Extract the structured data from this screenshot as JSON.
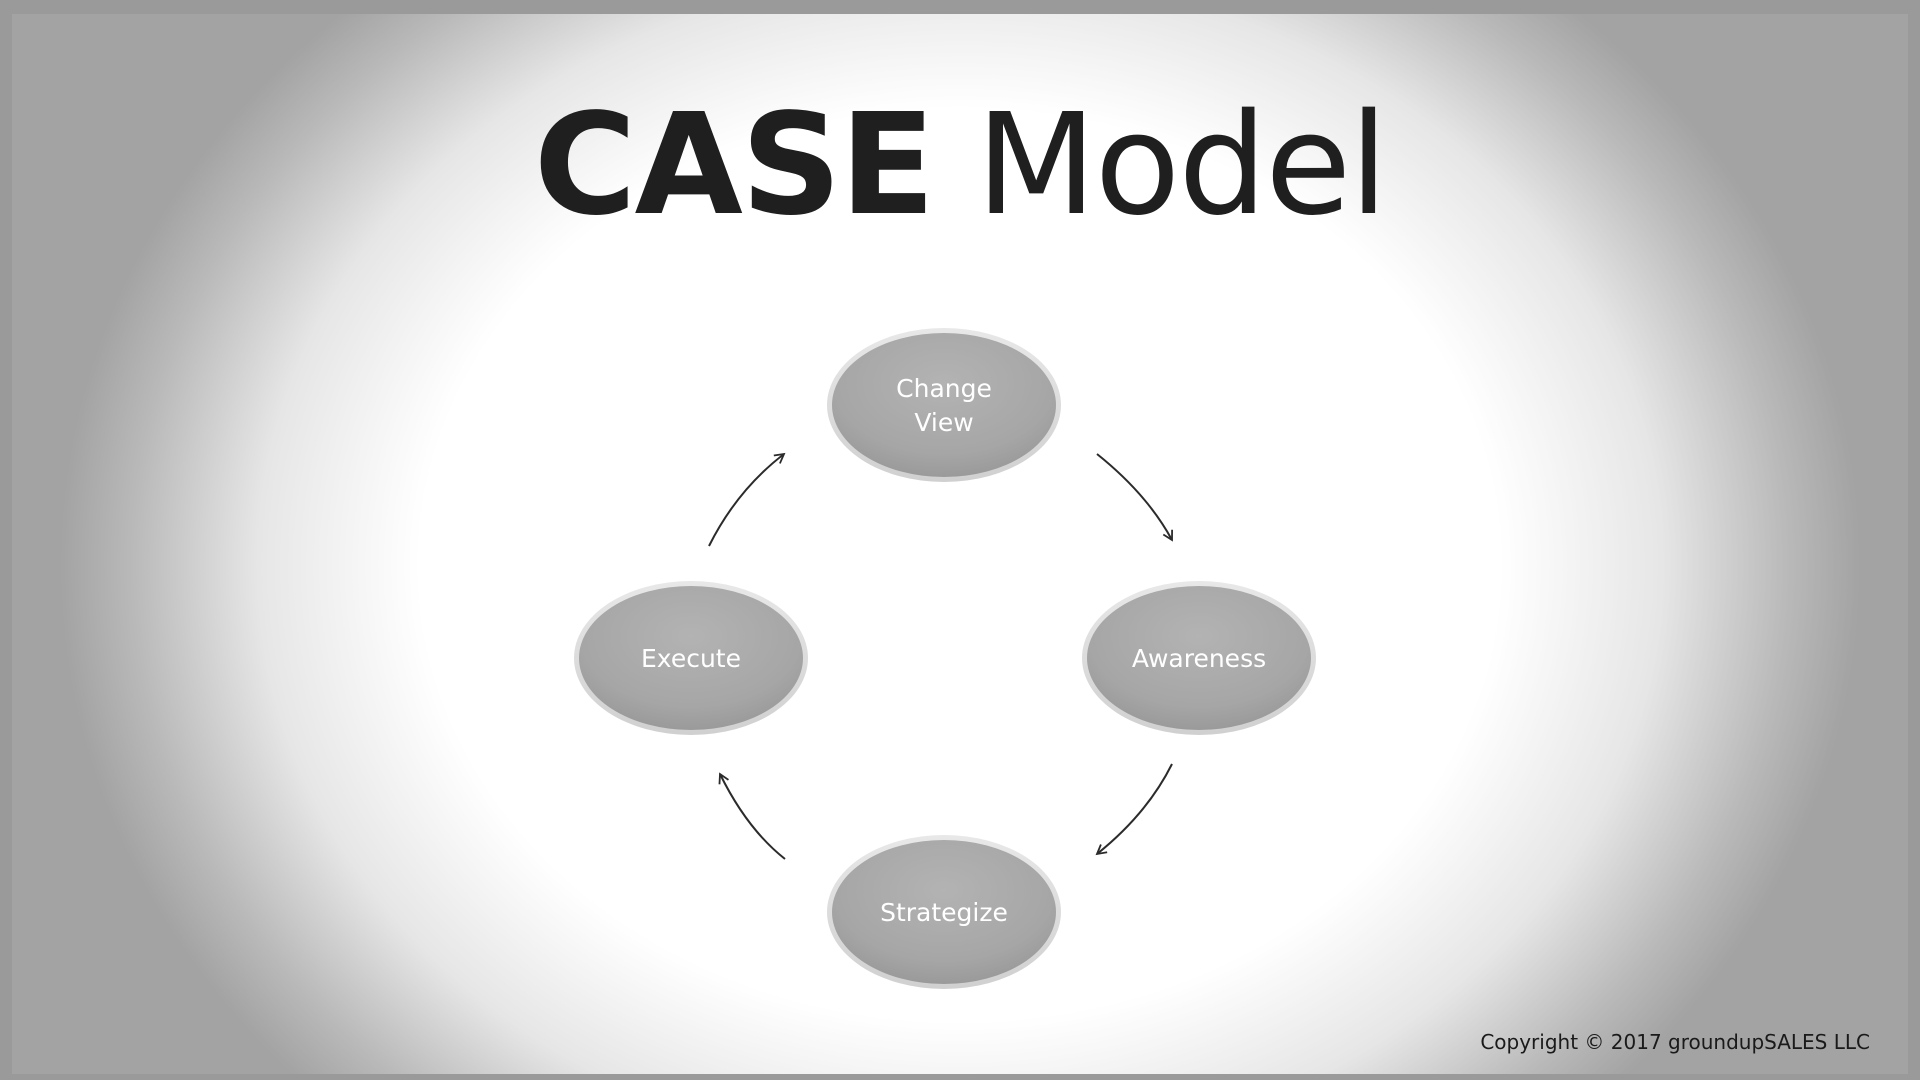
{
  "slide": {
    "title_bold": "CASE",
    "title_light": "Model",
    "copyright": "Copyright © 2017 groundupSALES LLC"
  },
  "cycle": {
    "nodes": [
      {
        "id": "change-view",
        "lines": [
          "Change",
          "View"
        ]
      },
      {
        "id": "awareness",
        "lines": [
          "Awareness"
        ]
      },
      {
        "id": "strategize",
        "lines": [
          "Strategize"
        ]
      },
      {
        "id": "execute",
        "lines": [
          "Execute"
        ]
      }
    ],
    "node_color": "#a7a7a7",
    "arrow_color": "#2b2b2b"
  }
}
